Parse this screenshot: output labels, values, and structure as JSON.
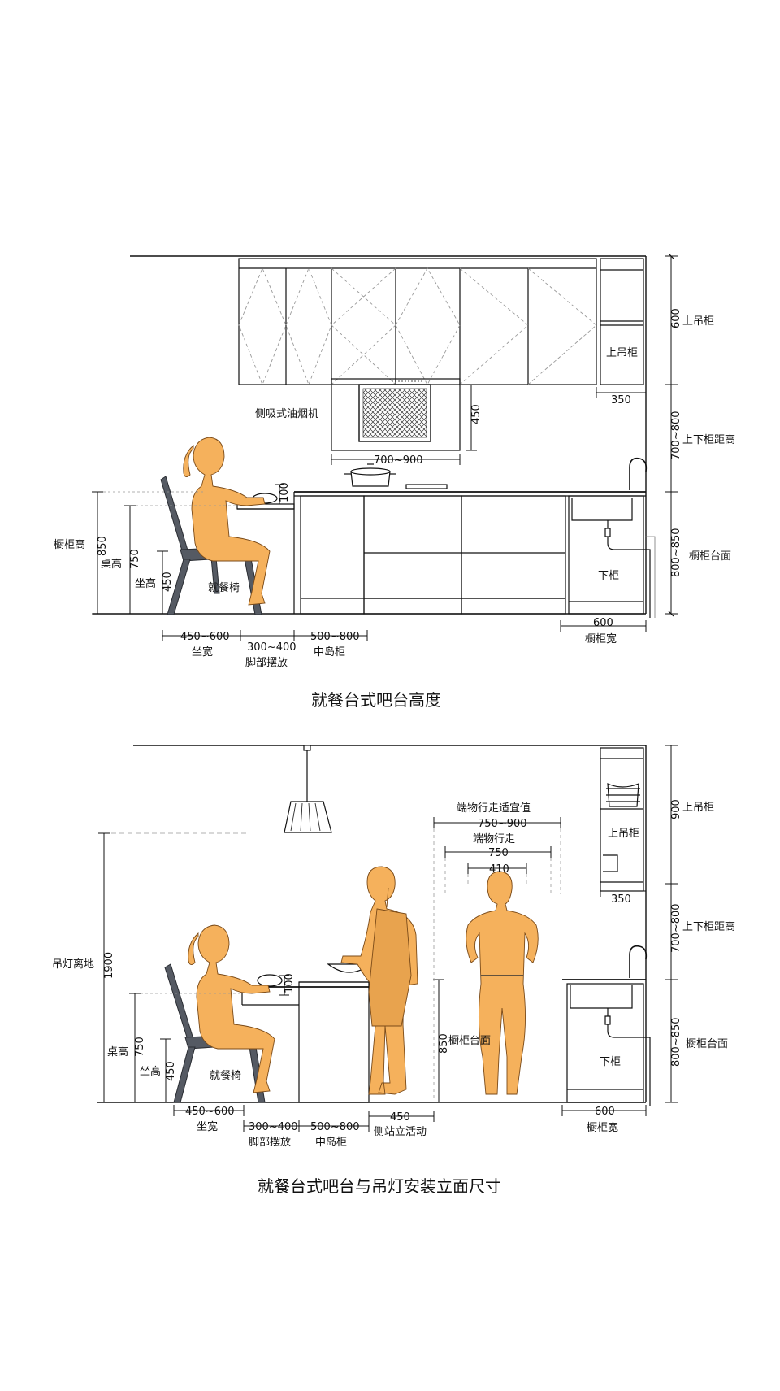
{
  "colors": {
    "figure": "#f5b15c",
    "figure_outline": "#7a4a18",
    "chair": "#555a63",
    "line": "#111111",
    "guide": "#9a9a9a"
  },
  "diagram1": {
    "caption": "就餐台式吧台高度",
    "upper_cabinet": "上吊柜",
    "upper_cabinet_side": "上吊柜",
    "dim_upper_h": "600",
    "dim_depth_350": "350",
    "upper_lower_gap": "上下柜距高",
    "dim_gap": "700~800",
    "counter_surface": "橱柜台面",
    "dim_counter_h": "800~850",
    "lower_cabinet": "下柜",
    "dim_cabinet_w": "600",
    "cabinet_width": "橱柜宽",
    "hood": "侧吸式油烟机",
    "dim_hood_h": "450",
    "dim_hood_w": "700~900",
    "dim_100": "100",
    "bar_h_label": "橱柜高",
    "dim_850": "850",
    "table_h_label": "桌高",
    "dim_750": "750",
    "seat_h_label": "坐高",
    "dim_450": "450",
    "chair_label": "就餐椅",
    "dim_seat_w": "450~600",
    "seat_w_label": "坐宽",
    "dim_foot": "300~400",
    "foot_label": "脚部摆放",
    "dim_island": "500~800",
    "island_label": "中岛柜"
  },
  "diagram2": {
    "caption": "就餐台式吧台与吊灯安装立面尺寸",
    "upper_cabinet": "上吊柜",
    "upper_cabinet_side": "上吊柜",
    "dim_upper_h": "900",
    "dim_depth_350": "350",
    "upper_lower_gap": "上下柜距高",
    "dim_gap": "700~800",
    "counter_surface": "橱柜台面",
    "dim_counter_h": "800~850",
    "lower_cabinet": "下柜",
    "dim_cabinet_w": "600",
    "cabinet_width": "橱柜宽",
    "lamp_label": "吊灯离地",
    "dim_1900": "1900",
    "table_h_label": "桌高",
    "dim_750": "750",
    "seat_h_label": "坐高",
    "dim_450": "450",
    "chair_label": "就餐椅",
    "dim_100": "100",
    "dim_850": "850",
    "counter_label_mid": "橱柜台面",
    "walk_ideal_label": "端物行走适宜值",
    "dim_walk_ideal": "750~900",
    "walk_label": "端物行走",
    "dim_walk": "750",
    "dim_shoulder": "410",
    "dim_seat_w": "450~600",
    "seat_w_label": "坐宽",
    "dim_foot": "300~400",
    "foot_label": "脚部摆放",
    "dim_island": "500~800",
    "island_label": "中岛柜",
    "dim_stand": "450",
    "stand_label": "侧站立活动"
  }
}
